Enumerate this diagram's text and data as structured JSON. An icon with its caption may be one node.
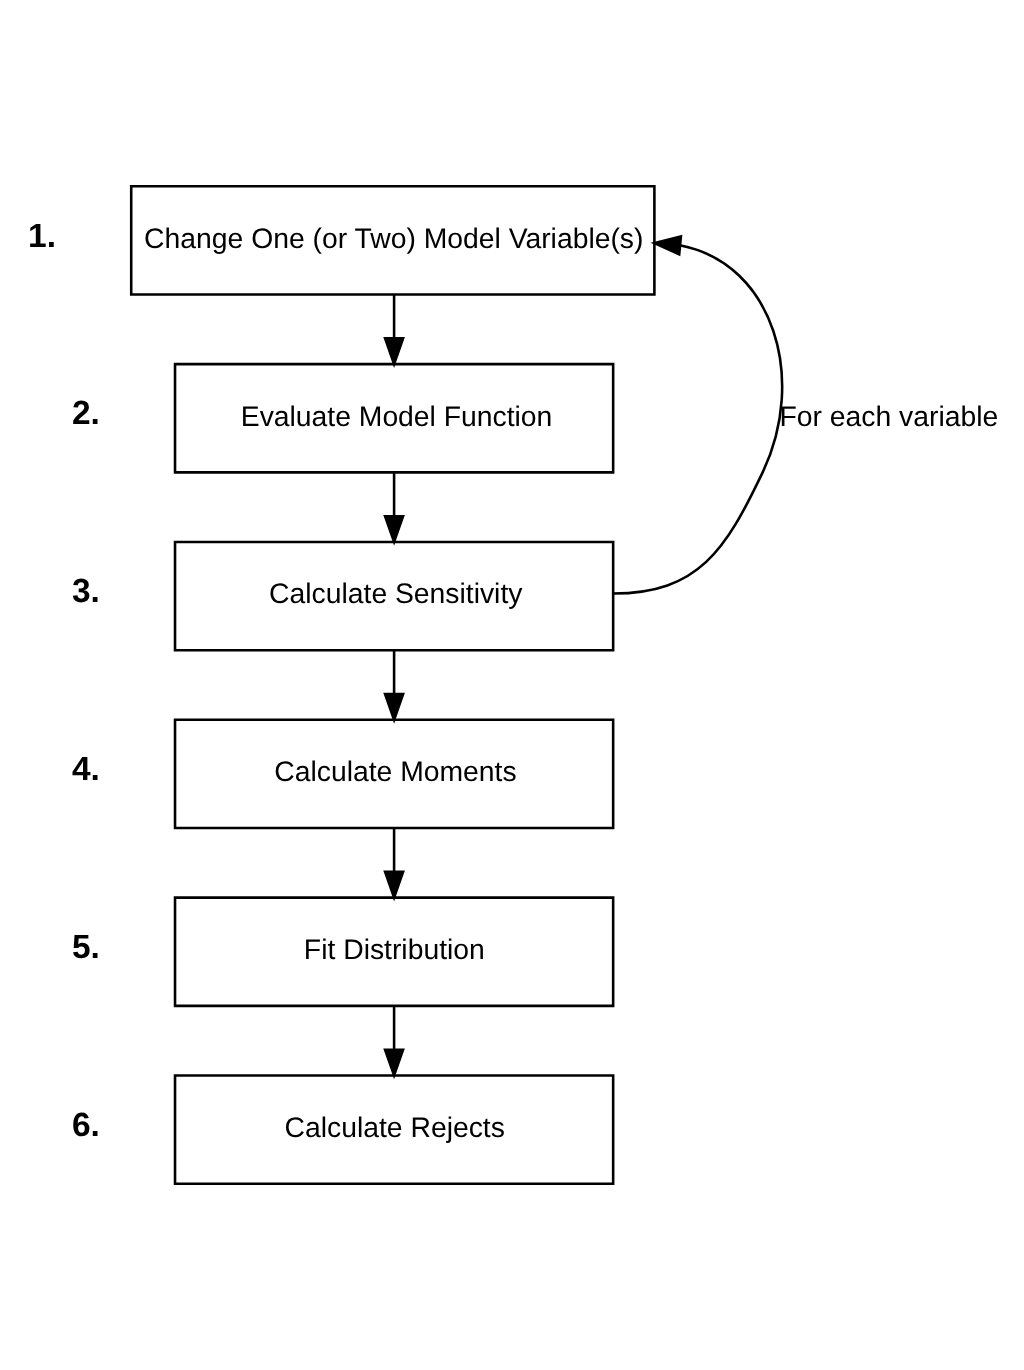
{
  "diagram": {
    "nodes": [
      {
        "text": [
          "Change One (or Two) Model Variable(s)"
        ],
        "beside": [
          "1."
        ]
      },
      {
        "text": [
          "Evaluate Model Function"
        ],
        "beside": [
          "2."
        ]
      },
      {
        "text": [
          "Calculate Sensitivity"
        ],
        "beside": [
          "3."
        ]
      },
      {
        "text": [
          "Calculate Moments"
        ],
        "beside": [
          "4."
        ]
      },
      {
        "text": [
          "Fit Distribution"
        ],
        "beside": [
          "5."
        ]
      },
      {
        "text": [
          "Calculate Rejects"
        ],
        "beside": [
          "6."
        ]
      }
    ],
    "edges": [
      {
        "from": 0,
        "to": 1,
        "arrow": "to"
      },
      {
        "from": 1,
        "to": 2,
        "arrow": "to"
      },
      {
        "from": 2,
        "to": 3,
        "arrow": "to"
      },
      {
        "from": 3,
        "to": 4,
        "arrow": "to"
      },
      {
        "from": 4,
        "to": 5,
        "arrow": "to"
      },
      {
        "from": 2,
        "to": 0,
        "arrow": "to",
        "label": "For each variable"
      }
    ]
  }
}
